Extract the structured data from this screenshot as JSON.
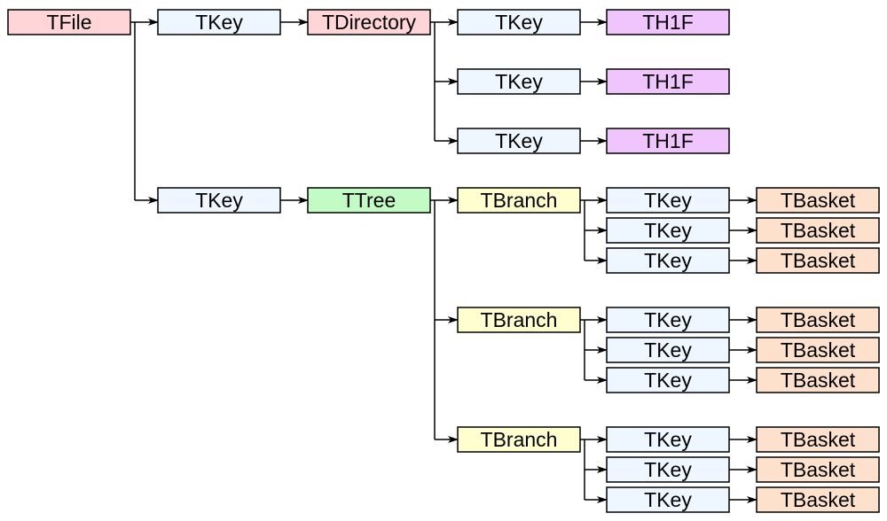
{
  "colors": {
    "file": "#ffd5d8",
    "key": "#eef6ff",
    "directory": "#ffd5d8",
    "histogram": "#f0c4fc",
    "tree": "#c2fcc4",
    "branch": "#fffecf",
    "basket": "#fde1cc",
    "line": "#000000"
  },
  "root": {
    "label": "TFile",
    "children": [
      {
        "key": "TKey",
        "label": "TDirectory",
        "type": "directory",
        "children": [
          {
            "key": "TKey",
            "label": "TH1F"
          },
          {
            "key": "TKey",
            "label": "TH1F"
          },
          {
            "key": "TKey",
            "label": "TH1F"
          }
        ]
      },
      {
        "key": "TKey",
        "label": "TTree",
        "type": "tree",
        "branches": [
          {
            "label": "TBranch",
            "baskets": [
              {
                "key": "TKey",
                "label": "TBasket"
              },
              {
                "key": "TKey",
                "label": "TBasket"
              },
              {
                "key": "TKey",
                "label": "TBasket"
              }
            ]
          },
          {
            "label": "TBranch",
            "baskets": [
              {
                "key": "TKey",
                "label": "TBasket"
              },
              {
                "key": "TKey",
                "label": "TBasket"
              },
              {
                "key": "TKey",
                "label": "TBasket"
              }
            ]
          },
          {
            "label": "TBranch",
            "baskets": [
              {
                "key": "TKey",
                "label": "TBasket"
              },
              {
                "key": "TKey",
                "label": "TBasket"
              },
              {
                "key": "TKey",
                "label": "TBasket"
              }
            ]
          }
        ]
      }
    ]
  }
}
